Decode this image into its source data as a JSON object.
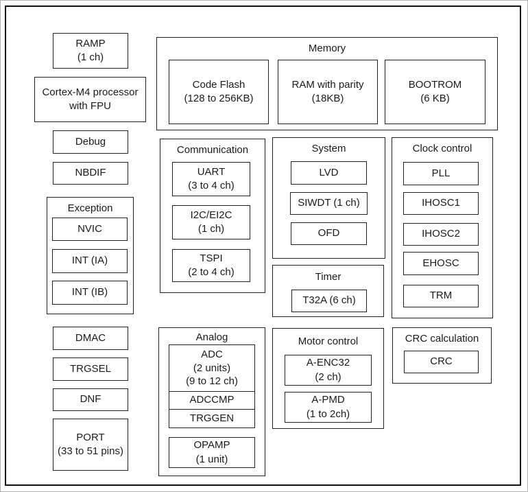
{
  "colors": {
    "border": "#1a1a1a",
    "background": "#ffffff"
  },
  "blocks": {
    "ramp": {
      "lines": [
        "RAMP",
        "(1 ch)"
      ]
    },
    "cortex": {
      "lines": [
        "Cortex-M4 processor",
        "with FPU"
      ]
    },
    "debug": {
      "label": "Debug"
    },
    "nbdif": {
      "label": "NBDIF"
    },
    "exception": {
      "title": "Exception",
      "nvic": "NVIC",
      "int_ia": "INT (IA)",
      "int_ib": "INT (IB)"
    },
    "dmac": {
      "label": "DMAC"
    },
    "trgsel": {
      "label": "TRGSEL"
    },
    "dnf": {
      "label": "DNF"
    },
    "port": {
      "lines": [
        "PORT",
        "(33 to 51 pins)"
      ]
    },
    "memory": {
      "title": "Memory",
      "code_flash": [
        "Code Flash",
        "(128 to 256KB)"
      ],
      "ram": [
        "RAM with parity",
        "(18KB)"
      ],
      "bootrom": [
        "BOOTROM",
        "(6 KB)"
      ]
    },
    "communication": {
      "title": "Communication",
      "uart": [
        "UART",
        "(3 to 4 ch)"
      ],
      "i2c": [
        "I2C/EI2C",
        "(1 ch)"
      ],
      "tspi": [
        "TSPI",
        "(2 to 4 ch)"
      ]
    },
    "system": {
      "title": "System",
      "lvd": "LVD",
      "siwdt": "SIWDT (1 ch)",
      "ofd": "OFD"
    },
    "timer": {
      "title": "Timer",
      "t32a": "T32A (6 ch)"
    },
    "clock": {
      "title": "Clock control",
      "pll": "PLL",
      "ihosc1": "IHOSC1",
      "ihosc2": "IHOSC2",
      "ehosc": "EHOSC",
      "trm": "TRM"
    },
    "analog": {
      "title": "Analog",
      "adc": [
        "ADC",
        "(2 units)",
        "(9 to 12 ch)"
      ],
      "adccmp": "ADCCMP",
      "trggen": "TRGGEN",
      "opamp": [
        "OPAMP",
        "(1 unit)"
      ]
    },
    "motor": {
      "title": "Motor control",
      "a_enc32": [
        "A-ENC32",
        "(2 ch)"
      ],
      "a_pmd": [
        "A-PMD",
        "(1 to 2ch)"
      ]
    },
    "crc": {
      "title": "CRC calculation",
      "crc": "CRC"
    }
  }
}
